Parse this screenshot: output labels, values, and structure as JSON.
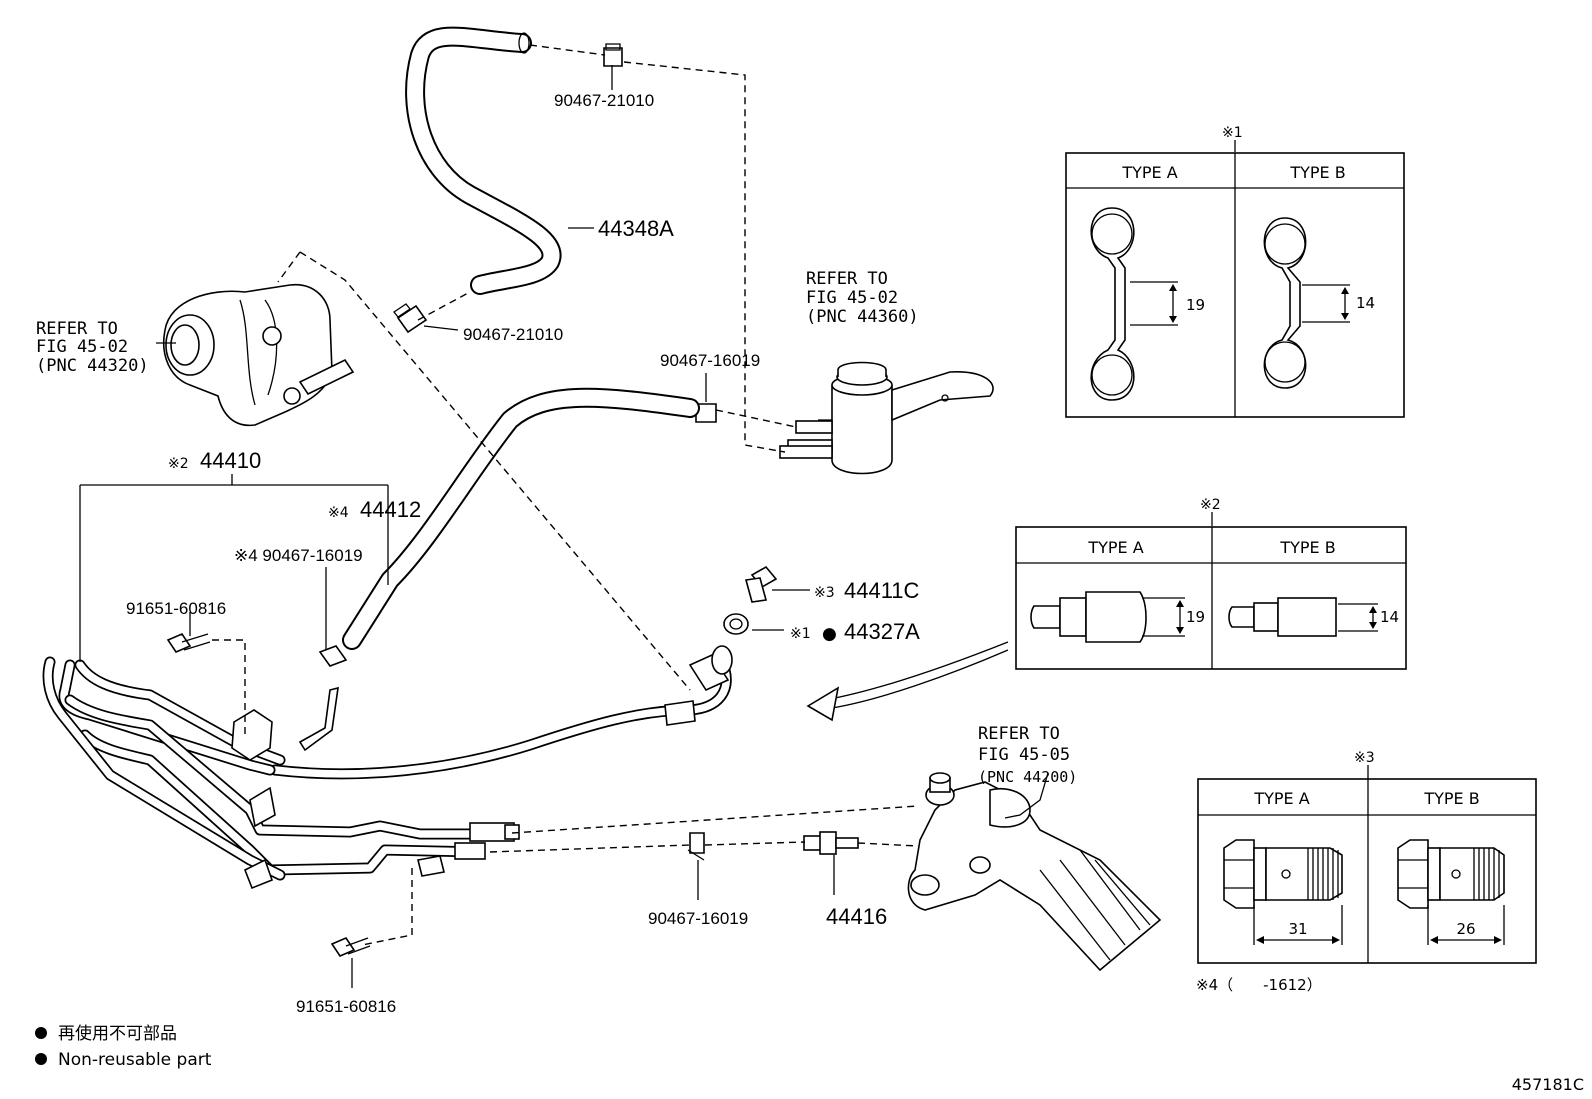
{
  "diagram_id": "457181C",
  "callouts": {
    "hose_upper_clamp": "90467-21010",
    "return_hose": "44348A",
    "hose_lower_clamp": "90467-21010",
    "reservoir_clamp": "90467-16019",
    "tube_assy": "44410",
    "tube_assy_mark": "※2",
    "hose_44412": "44412",
    "hose_44412_mark": "※4",
    "clamp_mark4": "※4 90467-16019",
    "bolt_upper": "91651-60816",
    "union_bolt": "44411C",
    "union_bolt_mark": "※3",
    "gasket": "44327A",
    "gasket_mark": "※1",
    "lower_clamp": "90467-16019",
    "union": "44416",
    "bolt_lower": "91651-60816"
  },
  "refs": {
    "pump": [
      "REFER TO",
      "FIG 45-02",
      "(PNC 44320)"
    ],
    "reservoir": [
      "REFER TO",
      "FIG 45-02",
      "(PNC 44360)"
    ],
    "gear": [
      "REFER TO",
      "FIG 45-05",
      "(PNC 44200)"
    ]
  },
  "inset1": {
    "mark": "※1",
    "type_a": "TYPE A",
    "type_b": "TYPE B",
    "dim_a": "19",
    "dim_b": "14"
  },
  "inset2": {
    "mark": "※2",
    "type_a": "TYPE A",
    "type_b": "TYPE B",
    "dim_a": "19",
    "dim_b": "14"
  },
  "inset3": {
    "mark": "※3",
    "type_a": "TYPE A",
    "type_b": "TYPE B",
    "dim_a": "31",
    "dim_b": "26"
  },
  "note4": "※4（　　-1612）",
  "legend": {
    "bullet": "●",
    "jp": "再使用不可部品",
    "en": "Non-reusable part"
  }
}
